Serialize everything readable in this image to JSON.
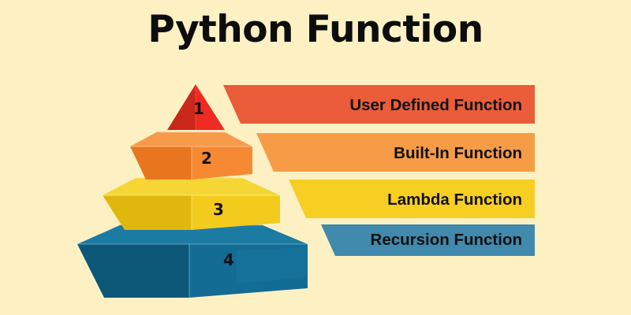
{
  "title": "Python Function",
  "background_color": "#fdf1c4",
  "pyramid": {
    "name": "function-type-pyramid",
    "tiers": [
      {
        "number": "1",
        "label": "User Defined Function",
        "color": "#e8492f",
        "shade_color": "#c9281b",
        "top_color": "#f05b3c"
      },
      {
        "number": "2",
        "label": "Built-In Function",
        "color": "#f58a33",
        "shade_color": "#e06f1c",
        "top_color": "#f79a4a"
      },
      {
        "number": "3",
        "label": "Lambda Function",
        "color": "#f3cb1c",
        "shade_color": "#e0b70f",
        "top_color": "#f5d634"
      },
      {
        "number": "4",
        "label": "Recursion Function",
        "color": "#12688f",
        "shade_color": "#0d5878",
        "top_color": "#1b7ba3"
      }
    ]
  },
  "bars": [
    {
      "label": "User Defined Function",
      "color": "#ea5c3a",
      "level": "1"
    },
    {
      "label": "Built-In Function",
      "color": "#f79c46",
      "level": "2"
    },
    {
      "label": "Lambda Function",
      "color": "#f7ce22",
      "level": "3"
    },
    {
      "label": "Recursion Function",
      "color": "#4189ad",
      "level": "4"
    }
  ]
}
